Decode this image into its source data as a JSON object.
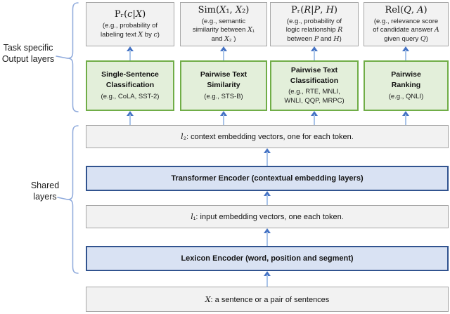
{
  "diagram": {
    "side_labels": {
      "task_specific": "Task specific\nOutput layers",
      "shared": "Shared\nlayers"
    },
    "output_layer_boxes": [
      {
        "formula": "Pᵣ(*c*|*X*)",
        "description": "(e.g., probability of\nlabeling text *X* by *c*)"
      },
      {
        "formula": "Sim(*X*₁, *X*₂)",
        "description": "(e.g., semantic\nsimilarity between *X*₁\nand *X*₂ )"
      },
      {
        "formula": "Pᵣ(*R*|*P*, *H*)",
        "description": "(e.g., probability of\nlogic relationship *R*\nbetween *P* and *H*)"
      },
      {
        "formula": "Rel(*Q*, *A*)",
        "description": "(e.g., relevance score\nof candidate answer *A*\ngiven query *Q*)"
      }
    ],
    "task_output_boxes": [
      {
        "title": "Single-Sentence\nClassification",
        "examples": "(e.g., CoLA, SST-2)"
      },
      {
        "title": "Pairwise Text\nSimilarity",
        "examples": "(e.g., STS-B)"
      },
      {
        "title": "Pairwise Text\nClassification",
        "examples": "(e.g., RTE, MNLI,\nWNLI, QQP, MRPC)"
      },
      {
        "title": "Pairwise\nRanking",
        "examples": "(e.g., QNLI)"
      }
    ],
    "shared_layer_boxes": {
      "l2": "*l*₂: context embedding vectors, one for each token.",
      "transformer": "Transformer Encoder (contextual embedding layers)",
      "l1": "*l*₁: input embedding vectors, one each token.",
      "lexicon": "Lexicon Encoder (word, position and segment)",
      "input": "*X*: a sentence or a pair of sentences"
    },
    "colors": {
      "task_box_fill": "#E3EFDA",
      "task_box_border": "#70AD47",
      "encoder_box_fill": "#D9E2F3",
      "encoder_box_border": "#31538F",
      "gray_box_fill": "#F2F2F2",
      "gray_box_border": "#A6A6A6",
      "arrow_head": "#4472C4",
      "arrow_stem": "#A9C4E9",
      "brace": "#8FAADC"
    }
  }
}
